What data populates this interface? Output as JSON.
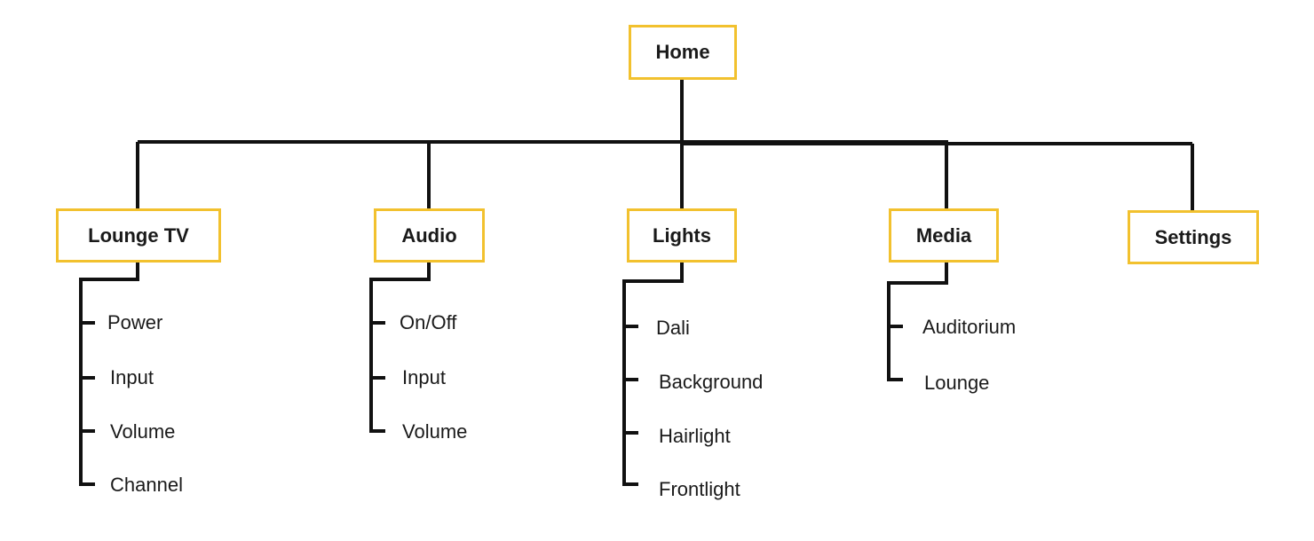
{
  "root": {
    "label": "Home"
  },
  "categories": [
    {
      "label": "Lounge TV",
      "items": [
        "Power",
        "Input",
        "Volume",
        "Channel"
      ]
    },
    {
      "label": "Audio",
      "items": [
        "On/Off",
        "Input",
        "Volume"
      ]
    },
    {
      "label": "Lights",
      "items": [
        "Dali",
        "Background",
        "Hairlight",
        "Frontlight"
      ]
    },
    {
      "label": "Media",
      "items": [
        "Auditorium",
        "Lounge"
      ]
    },
    {
      "label": "Settings",
      "items": []
    }
  ],
  "colors": {
    "box_border": "#f2c12e",
    "line": "#111111",
    "text": "#1a1a1a"
  }
}
